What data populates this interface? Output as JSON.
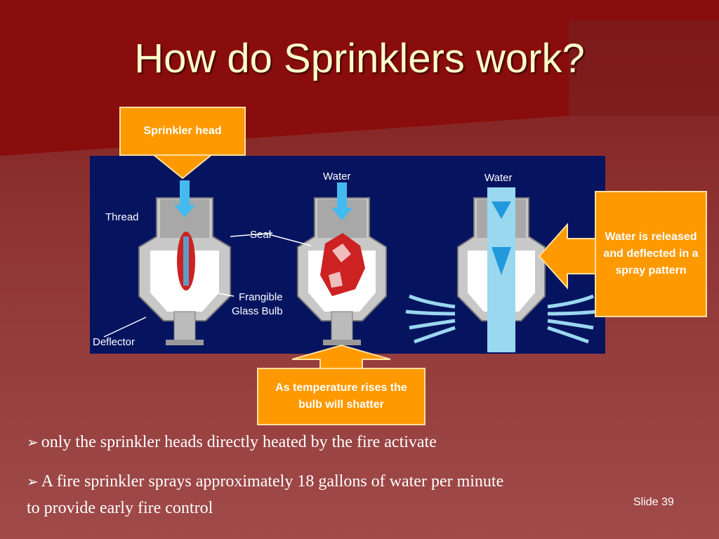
{
  "slide": {
    "title": "How do Sprinklers work?",
    "slide_number": "Slide 39"
  },
  "callouts": {
    "sprinkler_head": "Sprinkler head",
    "water_released": "Water is released and deflected in a spray pattern",
    "temperature": "As temperature rises the bulb will shatter"
  },
  "diagram_labels": {
    "thread": "Thread",
    "seal": "Seal",
    "frangible": "Frangible",
    "glass_bulb": "Glass Bulb",
    "deflector": "Deflector",
    "water_1": "Water",
    "water_2": "Water"
  },
  "bullets": [
    {
      "marker": "➢",
      "text": "only the sprinkler heads directly heated by the fire activate"
    },
    {
      "marker": "➢",
      "text": "A fire sprinkler sprays approximately 18 gallons of water per minute"
    },
    {
      "marker": "",
      "text": "to provide early fire control"
    }
  ],
  "colors": {
    "background": "#9a4444",
    "title_band": "#7a0a0a",
    "callout": "#ff9900",
    "diagram_bg": "#061460",
    "water": "#44bbee",
    "bulb": "#cc2222"
  }
}
